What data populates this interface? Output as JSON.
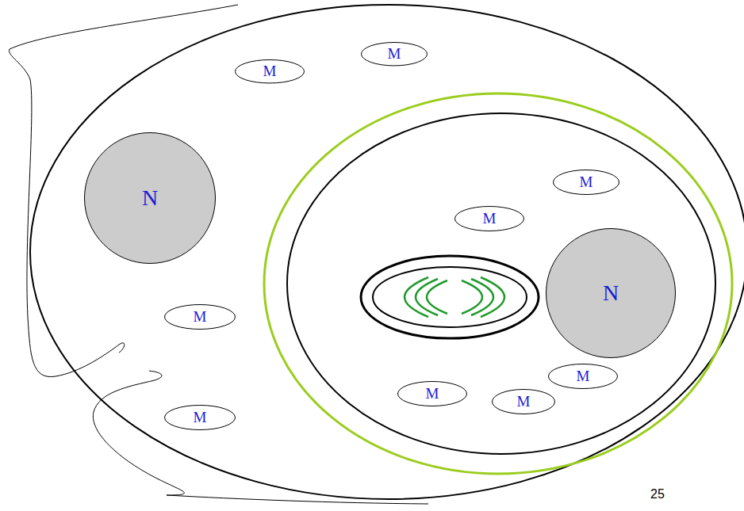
{
  "diagram": {
    "nodes": [
      {
        "text": [
          "M"
        ]
      },
      {
        "text": [
          "M"
        ]
      },
      {
        "text": [
          "M"
        ]
      },
      {
        "text": [
          "N"
        ]
      },
      {
        "text": [
          "M"
        ]
      },
      {
        "text": [
          "N"
        ]
      },
      {
        "text": [
          "M"
        ]
      },
      {
        "text": [
          "M"
        ]
      },
      {
        "text": [
          "M"
        ]
      },
      {
        "text": [
          "M"
        ]
      },
      {
        "text": [
          "M"
        ]
      }
    ],
    "labels": [
      "25"
    ]
  }
}
